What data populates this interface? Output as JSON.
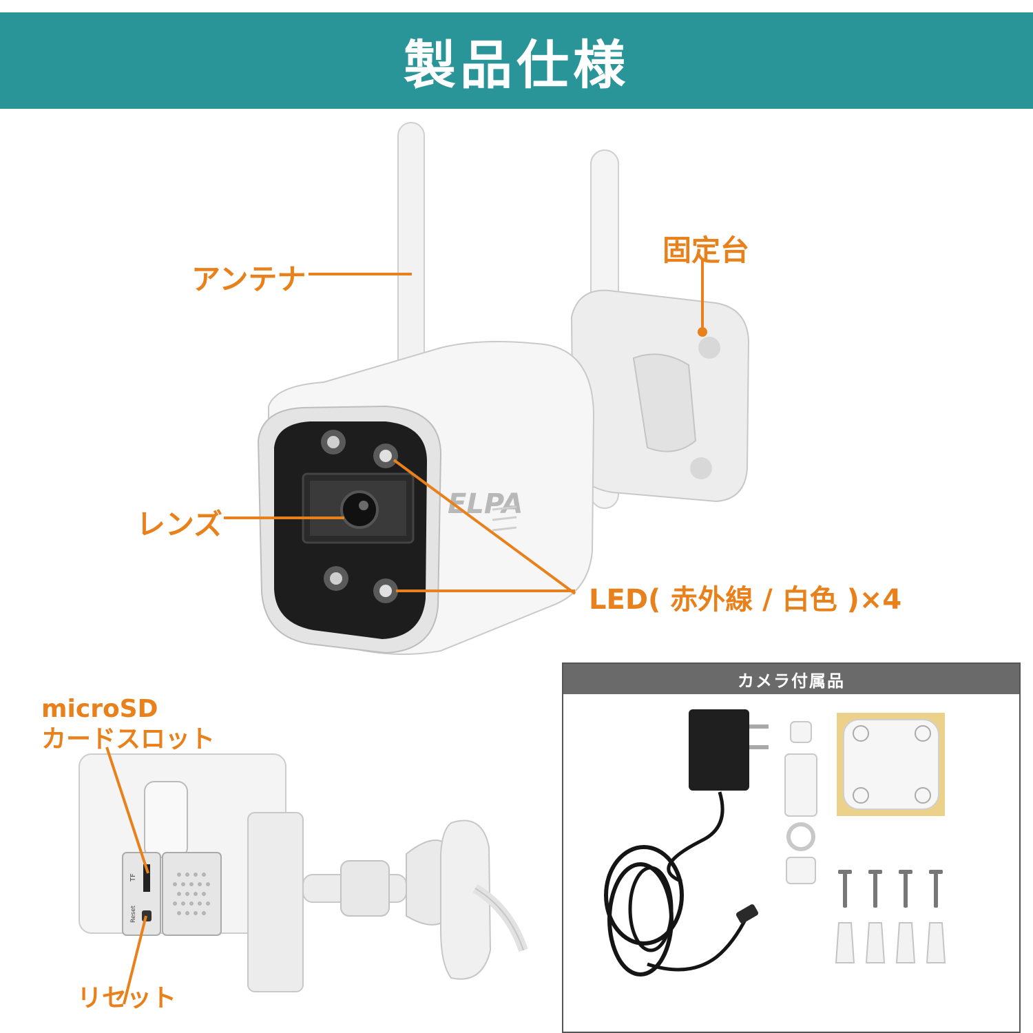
{
  "header": {
    "title": "製品仕様"
  },
  "camera_brand": "ELPA",
  "labels": {
    "antenna": "アンテナ",
    "mount": "固定台",
    "lens": "レンズ",
    "led": "LED( 赤外線 / 白色 )×4",
    "microsd_line1": "microSD",
    "microsd_line2": "カードスロット",
    "reset": "リセット",
    "slot_tf": "TF",
    "slot_reset": "Reset"
  },
  "accessories": {
    "title": "カメラ付属品"
  },
  "colors": {
    "header_bg": "#2a9599",
    "callout": "#e8811b",
    "accessory_header": "#6a6a6a"
  }
}
